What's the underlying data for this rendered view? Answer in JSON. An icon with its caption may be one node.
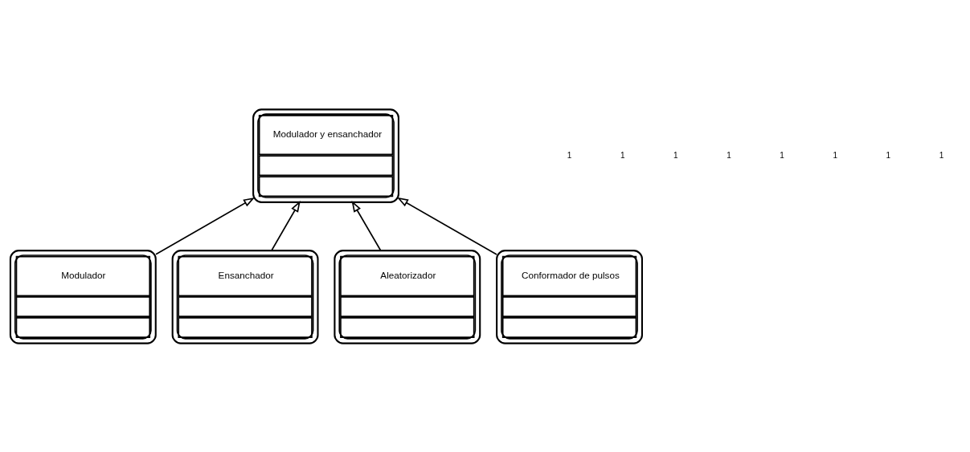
{
  "diagram": {
    "nodes": [
      {
        "text": [
          "Modulador y ensanchador"
        ]
      },
      {
        "text": [
          "Modulador"
        ]
      },
      {
        "text": [
          "Ensanchador"
        ]
      },
      {
        "text": [
          "Aleatorizador"
        ]
      },
      {
        "text": [
          "Conformador de pulsos"
        ]
      }
    ],
    "edges": [
      {
        "from": 1,
        "to": 0,
        "arrow": "to"
      },
      {
        "from": 2,
        "to": 0,
        "arrow": "to"
      },
      {
        "from": 3,
        "to": 0,
        "arrow": "to"
      },
      {
        "from": 4,
        "to": 0,
        "arrow": "to"
      }
    ],
    "labels": [
      "1",
      "1",
      "1",
      "1",
      "1",
      "1",
      "1",
      "1"
    ]
  }
}
